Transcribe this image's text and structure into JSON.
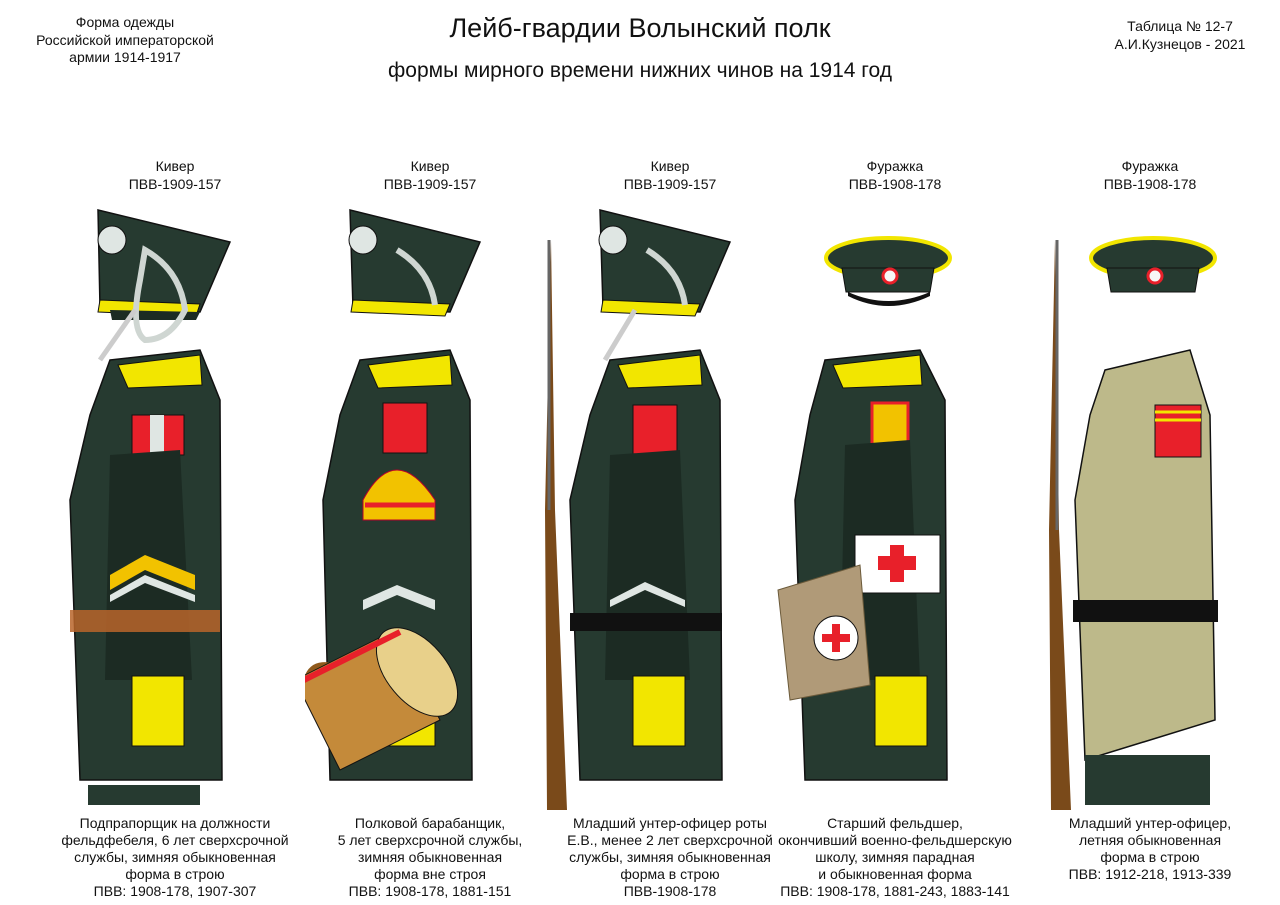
{
  "header": {
    "left": [
      "Форма одежды",
      "Российской императорской",
      "армии  1914-1917"
    ],
    "title": "Лейб-гвардии Волынский полк",
    "subtitle": "формы мирного времени нижних чинов  на 1914 год",
    "right": [
      "Таблица № 12-7",
      "А.И.Кузнецов - 2021"
    ]
  },
  "colors": {
    "uniform": "#263a30",
    "uniform_dark": "#1c2b23",
    "facing_yellow": "#f2e600",
    "strap_red": "#e8202a",
    "khaki": "#bdb98a",
    "leather": "#b8652a",
    "drum": "#c48a3a"
  },
  "figures": [
    {
      "hat": [
        "Кивер",
        "ПВВ-1909-157"
      ],
      "caption": [
        "Подпрапорщик на должности",
        "фельдфебеля,  6 лет сверхсрочной",
        "службы, зимняя обыкновенная",
        "форма в строю",
        "ПВВ: 1908-178, 1907-307"
      ]
    },
    {
      "hat": [
        "Кивер",
        "ПВВ-1909-157"
      ],
      "caption": [
        "Полковой барабанщик,",
        "5 лет сверхсрочной службы,",
        "зимняя обыкновенная",
        "форма вне строя",
        "ПВВ: 1908-178, 1881-151"
      ]
    },
    {
      "hat": [
        "Кивер",
        "ПВВ-1909-157"
      ],
      "caption": [
        "Младший унтер-офицер роты",
        "Е.В., менее 2 лет сверхсрочной",
        "службы, зимняя обыкновенная",
        "форма в строю",
        "ПВВ-1908-178"
      ]
    },
    {
      "hat": [
        "Фуражка",
        "ПВВ-1908-178"
      ],
      "caption": [
        "Старший фельдшер,",
        "окончивший военно-фельдшерскую",
        "школу, зимняя парадная",
        "и обыкновенная форма",
        "ПВВ: 1908-178, 1881-243, 1883-141"
      ]
    },
    {
      "hat": [
        "Фуражка",
        "ПВВ-1908-178"
      ],
      "caption": [
        "Младший унтер-офицер,",
        "летняя обыкновенная",
        "форма в строю",
        "ПВВ: 1912-218, 1913-339"
      ]
    }
  ]
}
